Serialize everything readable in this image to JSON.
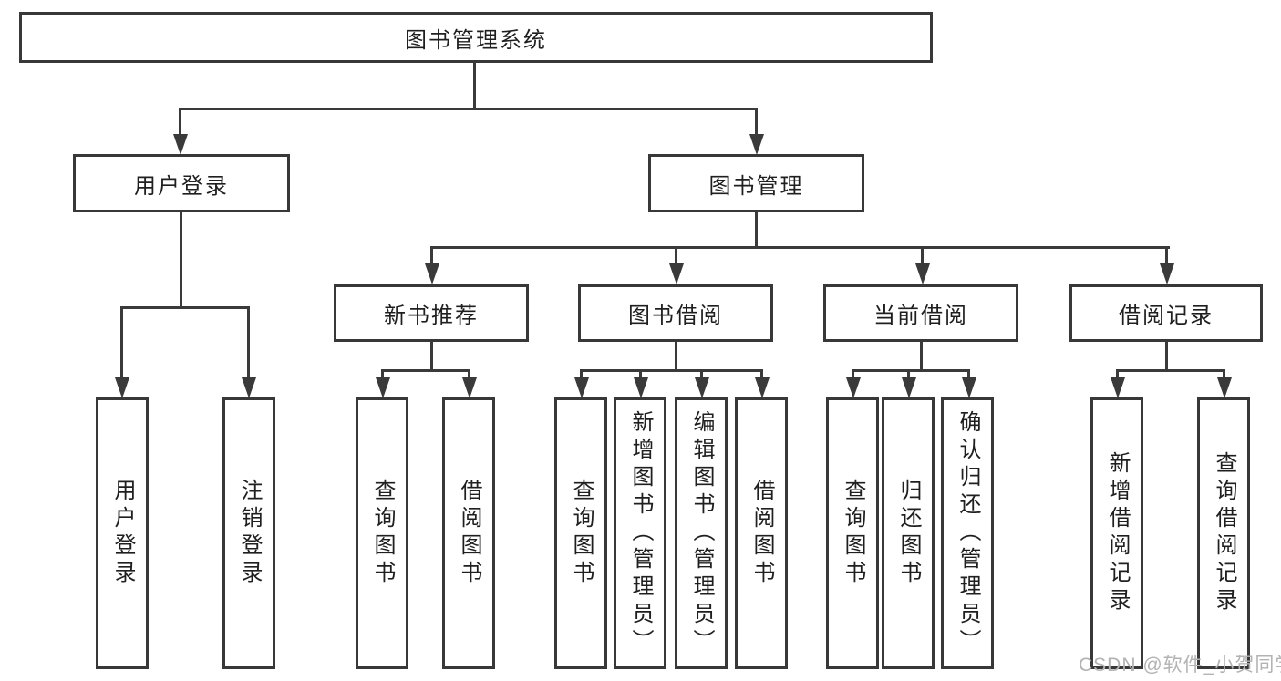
{
  "tree": {
    "root": "图书管理系统",
    "login": {
      "label": "用户登录",
      "leaves": [
        "用户登录",
        "注销登录"
      ]
    },
    "mgmt": {
      "label": "图书管理"
    },
    "mgmt_groups": [
      {
        "label": "新书推荐",
        "leaves": [
          "查询图书",
          "借阅图书"
        ]
      },
      {
        "label": "图书借阅",
        "leaves": [
          "查询图书",
          "新增图书（管理员）",
          "编辑图书（管理员）",
          "借阅图书"
        ]
      },
      {
        "label": "当前借阅",
        "leaves": [
          "查询图书",
          "归还图书",
          "确认归还（管理员）"
        ]
      },
      {
        "label": "借阅记录",
        "leaves": [
          "新增借阅记录",
          "查询借阅记录"
        ]
      }
    ]
  },
  "watermark": "CSDN @软件_小贺同学",
  "colors": {
    "line": "#3a3a3a",
    "border": "#383838",
    "text": "#1f1f1f",
    "watermark": "#b3b3b3",
    "background": "#ffffff"
  }
}
